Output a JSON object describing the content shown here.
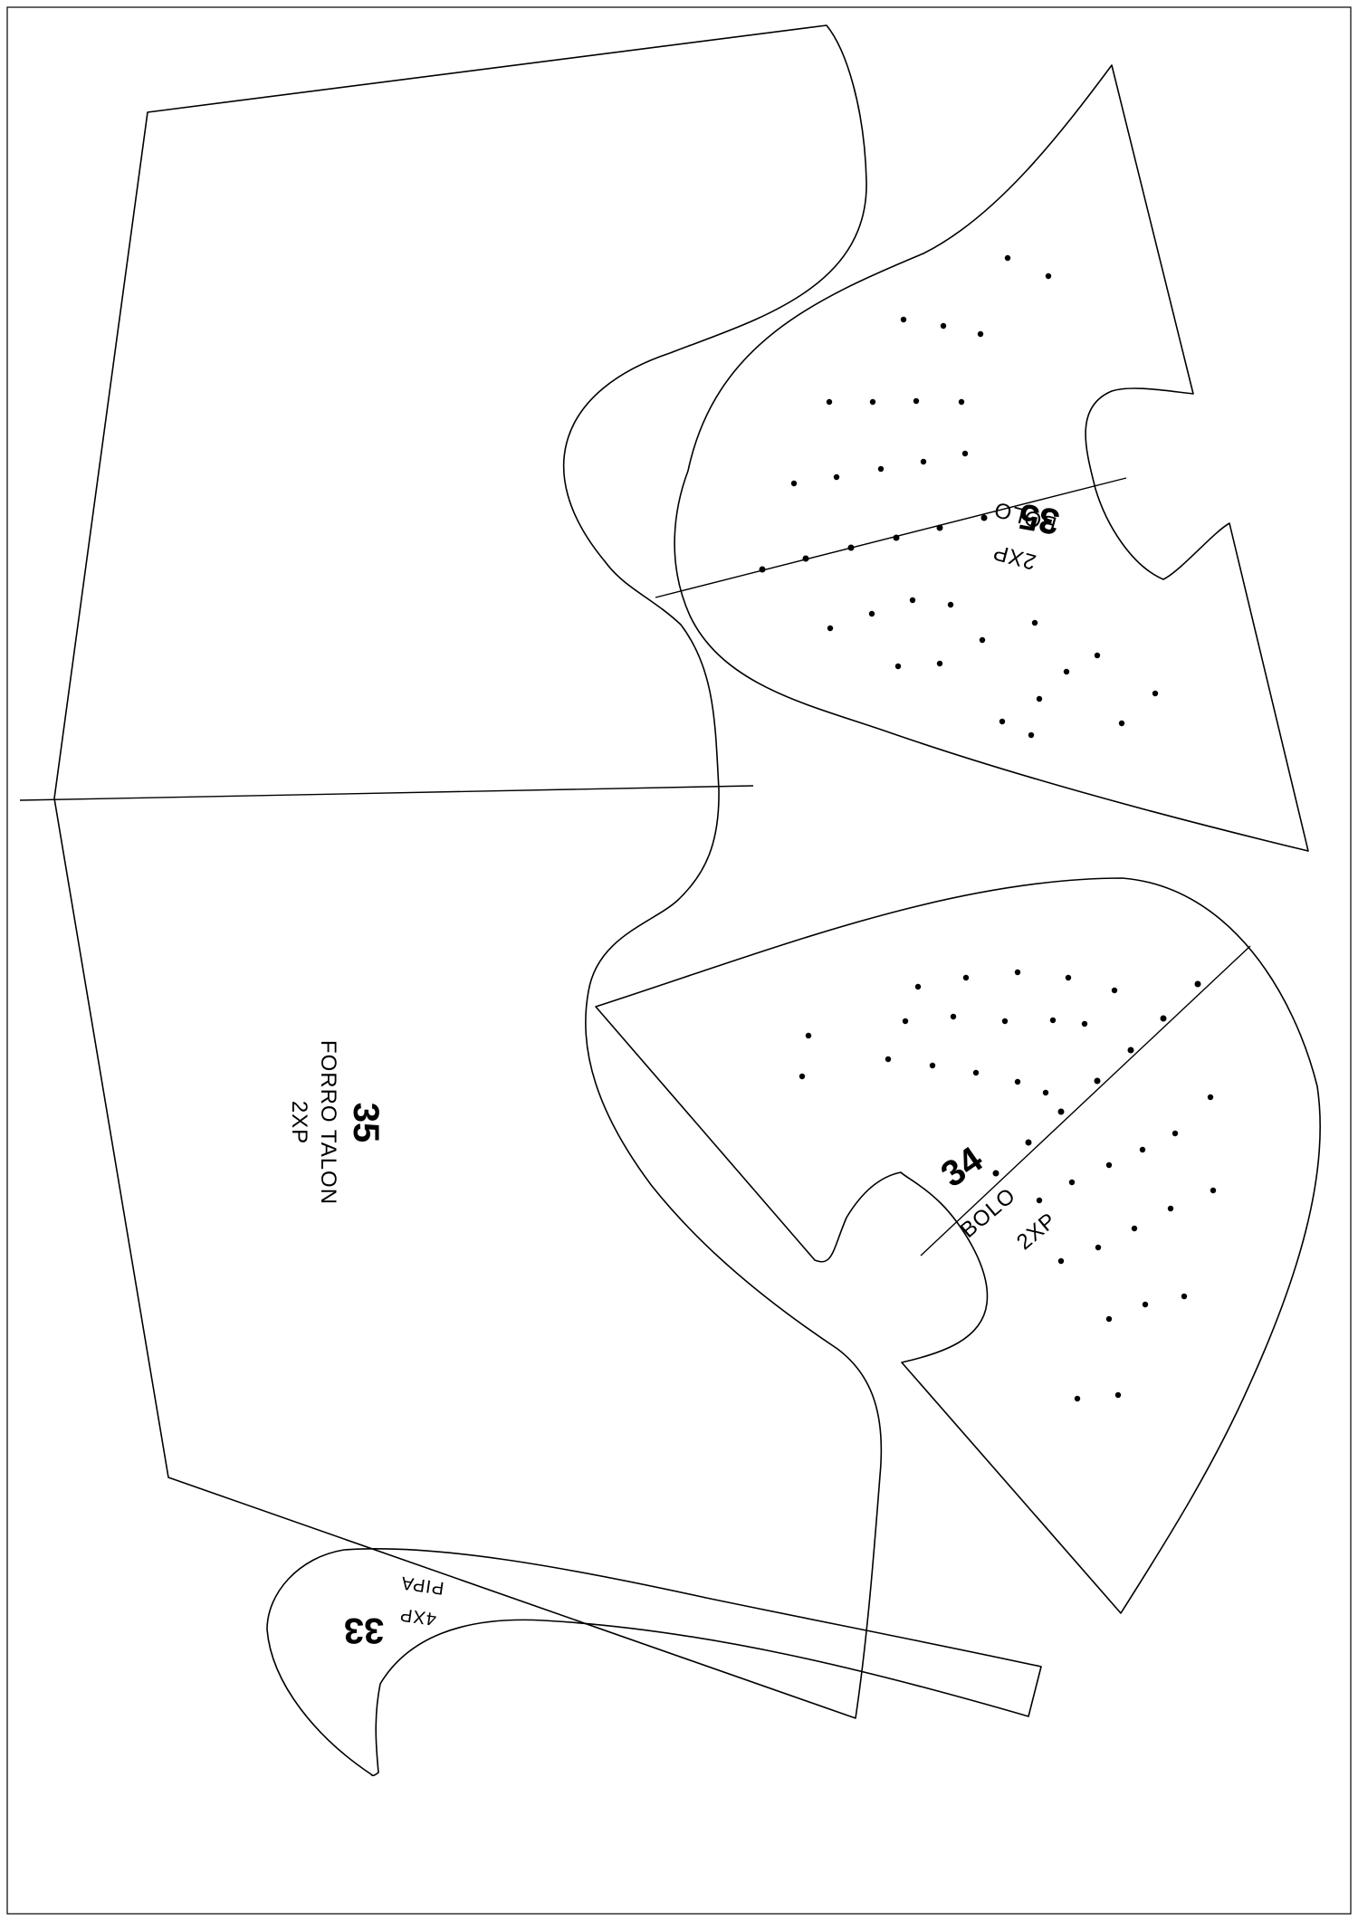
{
  "pieces": [
    {
      "number": "35",
      "name": "FORRO TALON",
      "quantity": "2XP"
    },
    {
      "number": "35",
      "name": "BOLO",
      "quantity": "2XP"
    },
    {
      "number": "34",
      "name": "BOLO",
      "quantity": "2XP"
    },
    {
      "number": "33",
      "name": "PIPA",
      "quantity": "4XP"
    }
  ],
  "colors": {
    "stroke": "#000000",
    "background": "#ffffff"
  }
}
